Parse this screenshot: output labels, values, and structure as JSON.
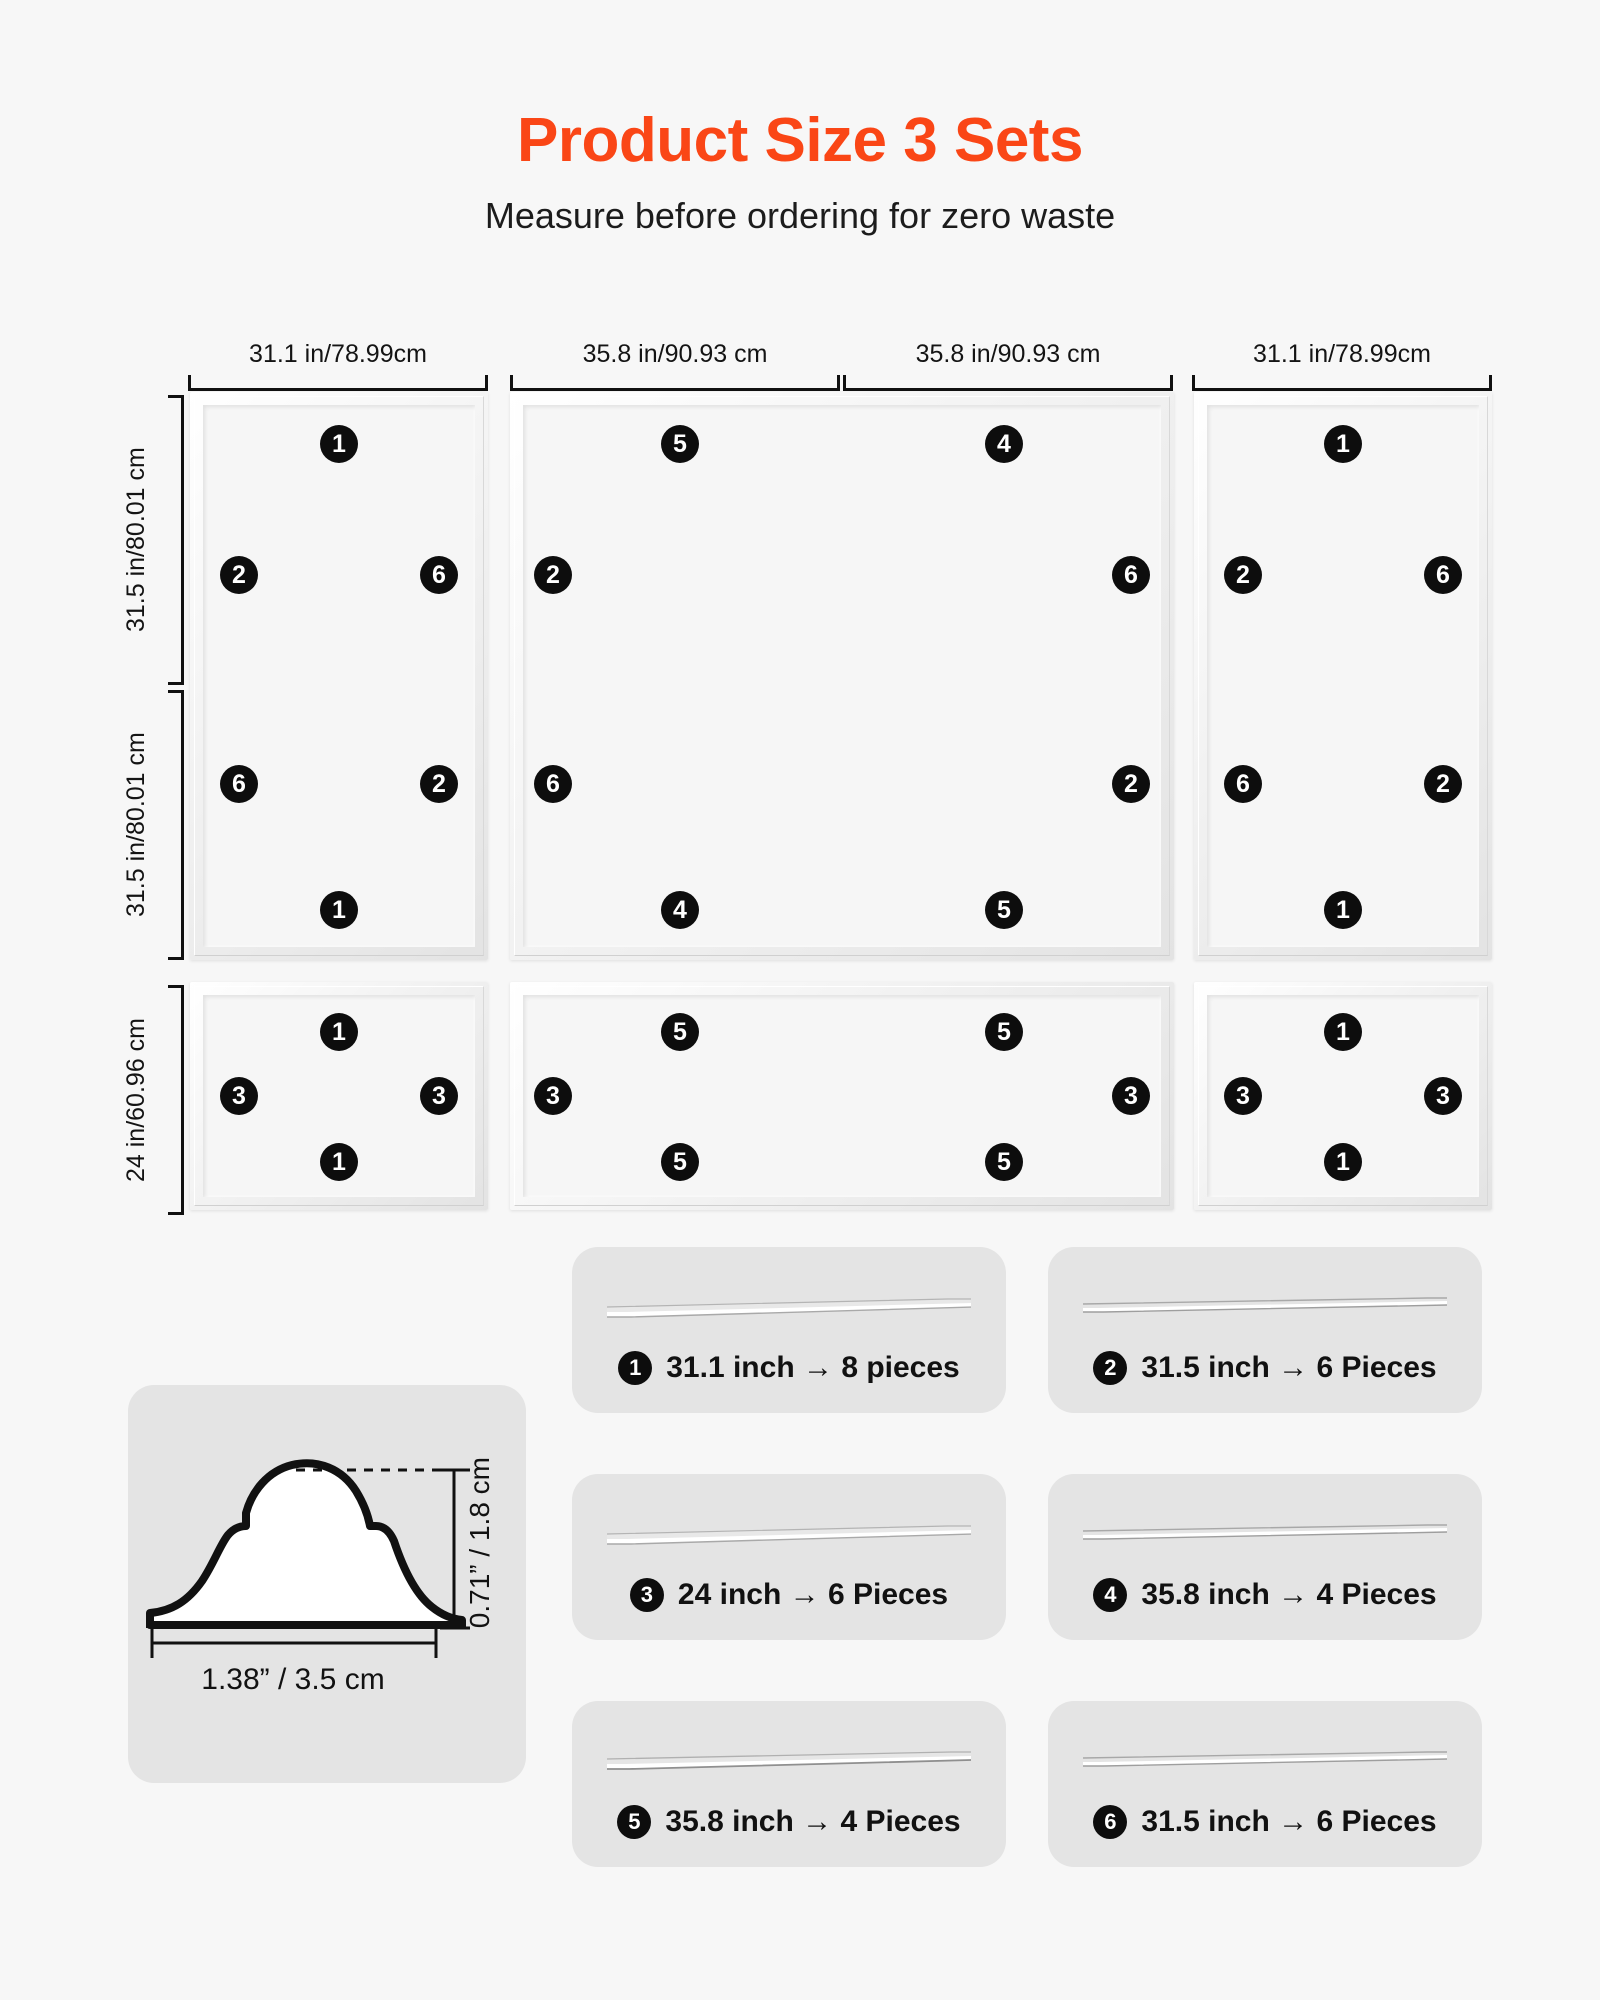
{
  "header": {
    "title": "Product Size 3 Sets",
    "subtitle": "Measure before ordering for zero waste",
    "title_color": "#fa4616"
  },
  "diagram": {
    "top_dimensions": [
      {
        "label": "31.1 in/78.99cm"
      },
      {
        "label": "35.8 in/90.93 cm"
      },
      {
        "label": "35.8 in/90.93 cm"
      },
      {
        "label": "31.1 in/78.99cm"
      }
    ],
    "left_dimensions": [
      {
        "label": "31.5 in/80.01 cm"
      },
      {
        "label": "31.5 in/80.01 cm"
      },
      {
        "label": "24 in/60.96 cm"
      }
    ],
    "frames": [
      {
        "name": "frame-top-left",
        "badges": [
          {
            "n": "1"
          },
          {
            "n": "2"
          },
          {
            "n": "6"
          },
          {
            "n": "6"
          },
          {
            "n": "2"
          },
          {
            "n": "1"
          }
        ]
      },
      {
        "name": "frame-top-center",
        "badges": [
          {
            "n": "5"
          },
          {
            "n": "4"
          },
          {
            "n": "2"
          },
          {
            "n": "6"
          },
          {
            "n": "6"
          },
          {
            "n": "2"
          },
          {
            "n": "4"
          },
          {
            "n": "5"
          }
        ]
      },
      {
        "name": "frame-top-right",
        "badges": [
          {
            "n": "1"
          },
          {
            "n": "2"
          },
          {
            "n": "6"
          },
          {
            "n": "6"
          },
          {
            "n": "2"
          },
          {
            "n": "1"
          }
        ]
      },
      {
        "name": "frame-bottom-left",
        "badges": [
          {
            "n": "1"
          },
          {
            "n": "3"
          },
          {
            "n": "3"
          },
          {
            "n": "1"
          }
        ]
      },
      {
        "name": "frame-bottom-center",
        "badges": [
          {
            "n": "5"
          },
          {
            "n": "5"
          },
          {
            "n": "3"
          },
          {
            "n": "3"
          },
          {
            "n": "5"
          },
          {
            "n": "5"
          }
        ]
      },
      {
        "name": "frame-bottom-right",
        "badges": [
          {
            "n": "1"
          },
          {
            "n": "3"
          },
          {
            "n": "3"
          },
          {
            "n": "1"
          }
        ]
      }
    ]
  },
  "profile": {
    "width_label": "1.38” / 3.5 cm",
    "height_label": "0.71” / 1.8 cm"
  },
  "legend": {
    "cards": [
      {
        "number": "1",
        "text": "31.1 inch → 8 pieces"
      },
      {
        "number": "2",
        "text": "31.5 inch → 6 Pieces"
      },
      {
        "number": "3",
        "text": "24 inch → 6 Pieces"
      },
      {
        "number": "4",
        "text": "35.8 inch → 4 Pieces"
      },
      {
        "number": "5",
        "text": "35.8 inch → 4 Pieces"
      },
      {
        "number": "6",
        "text": "31.5 inch → 6 Pieces"
      }
    ]
  }
}
